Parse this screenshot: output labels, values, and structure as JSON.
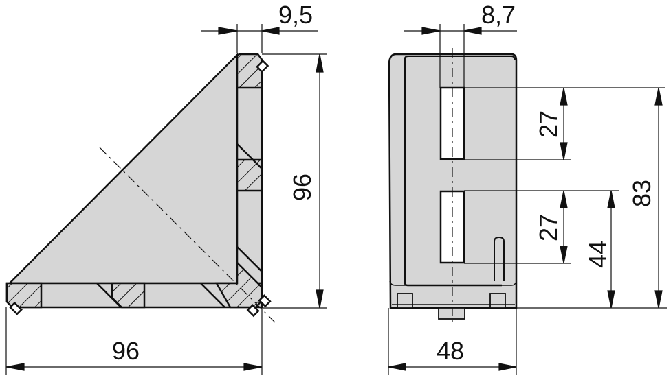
{
  "drawing": {
    "title": "Angle bracket 96x96 technical drawing",
    "colors": {
      "fill": "#d6d6d6",
      "line": "#111111",
      "background": "#ffffff",
      "slot": "#ffffff"
    }
  },
  "side_view": {
    "dimensions": {
      "wall_thickness": "9,5",
      "height": "96",
      "width": "96"
    }
  },
  "front_view": {
    "dimensions": {
      "slot_width": "8,7",
      "upper_slot_length": "27",
      "lower_slot_length": "27",
      "lower_slot_to_base": "44",
      "upper_slot_to_base": "83",
      "width": "48"
    }
  }
}
